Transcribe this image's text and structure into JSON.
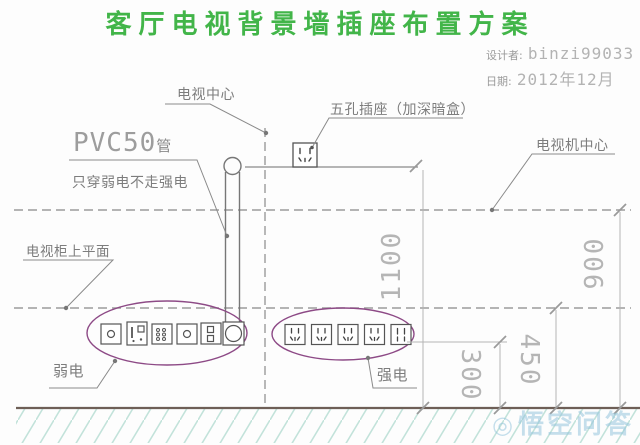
{
  "title": "客厅电视背景墙插座布置方案",
  "meta": {
    "designer_label": "设计者:",
    "designer_value": "binzi99033",
    "date_label": "日期:",
    "date_value": "2012年12月"
  },
  "labels": {
    "tv_center": "电视中心",
    "five_hole_socket": "五孔插座（加深暗盒）",
    "pvc_pipe": "PVC50",
    "pvc_pipe_unit": "管",
    "pvc_note": "只穿弱电不走强电",
    "tv_set_center": "电视机中心",
    "cabinet_top": "电视柜上平面",
    "weak_current": "弱电",
    "strong_current": "强电"
  },
  "dimensions": {
    "five_hole_height": "1100",
    "tv_center_height": "900",
    "cabinet_top_height": "450",
    "strong_socket_height": "300"
  },
  "watermark": {
    "logo": "◎",
    "text": "悟空问答"
  },
  "colors": {
    "title_green": "#42b549",
    "line_gray": "#8a8a8a",
    "dim_gray": "#b5b5b5",
    "ellipse_purple": "#8d4a86",
    "hatch_teal": "#c2e2da",
    "floor_brown": "#6e5f57",
    "watermark_blue": "#96c5dd"
  }
}
